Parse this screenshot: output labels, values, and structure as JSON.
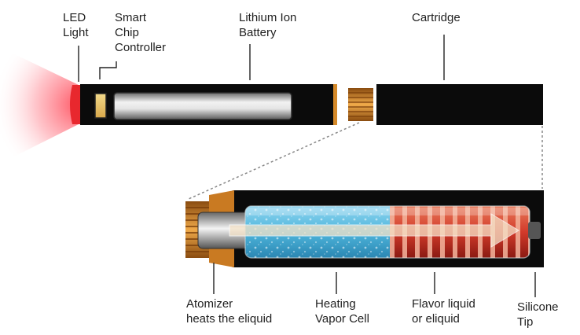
{
  "labels": {
    "led_light": [
      "LED",
      "Light"
    ],
    "smart_chip_controller": [
      "Smart",
      "Chip",
      "Controller"
    ],
    "lithium_ion_battery": [
      "Lithium Ion",
      "Battery"
    ],
    "cartridge": [
      "Cartridge"
    ],
    "atomizer": [
      "Atomizer",
      "heats the eliquid"
    ],
    "heating_vapor_cell": [
      "Heating",
      "Vapor Cell"
    ],
    "flavor_liquid": [
      "Flavor liquid",
      "or eliquid"
    ],
    "silicone_tip": [
      "Silicone",
      "Tip"
    ]
  },
  "colors": {
    "body": "#0b0b0b",
    "led": "#e8282e",
    "led_glow": "#ff3a4a",
    "brass": "#d58a2a",
    "vapor_blue": "#4fb6dc",
    "flavor_red": "#d23a2a",
    "arrow": "#f4e2c8"
  }
}
